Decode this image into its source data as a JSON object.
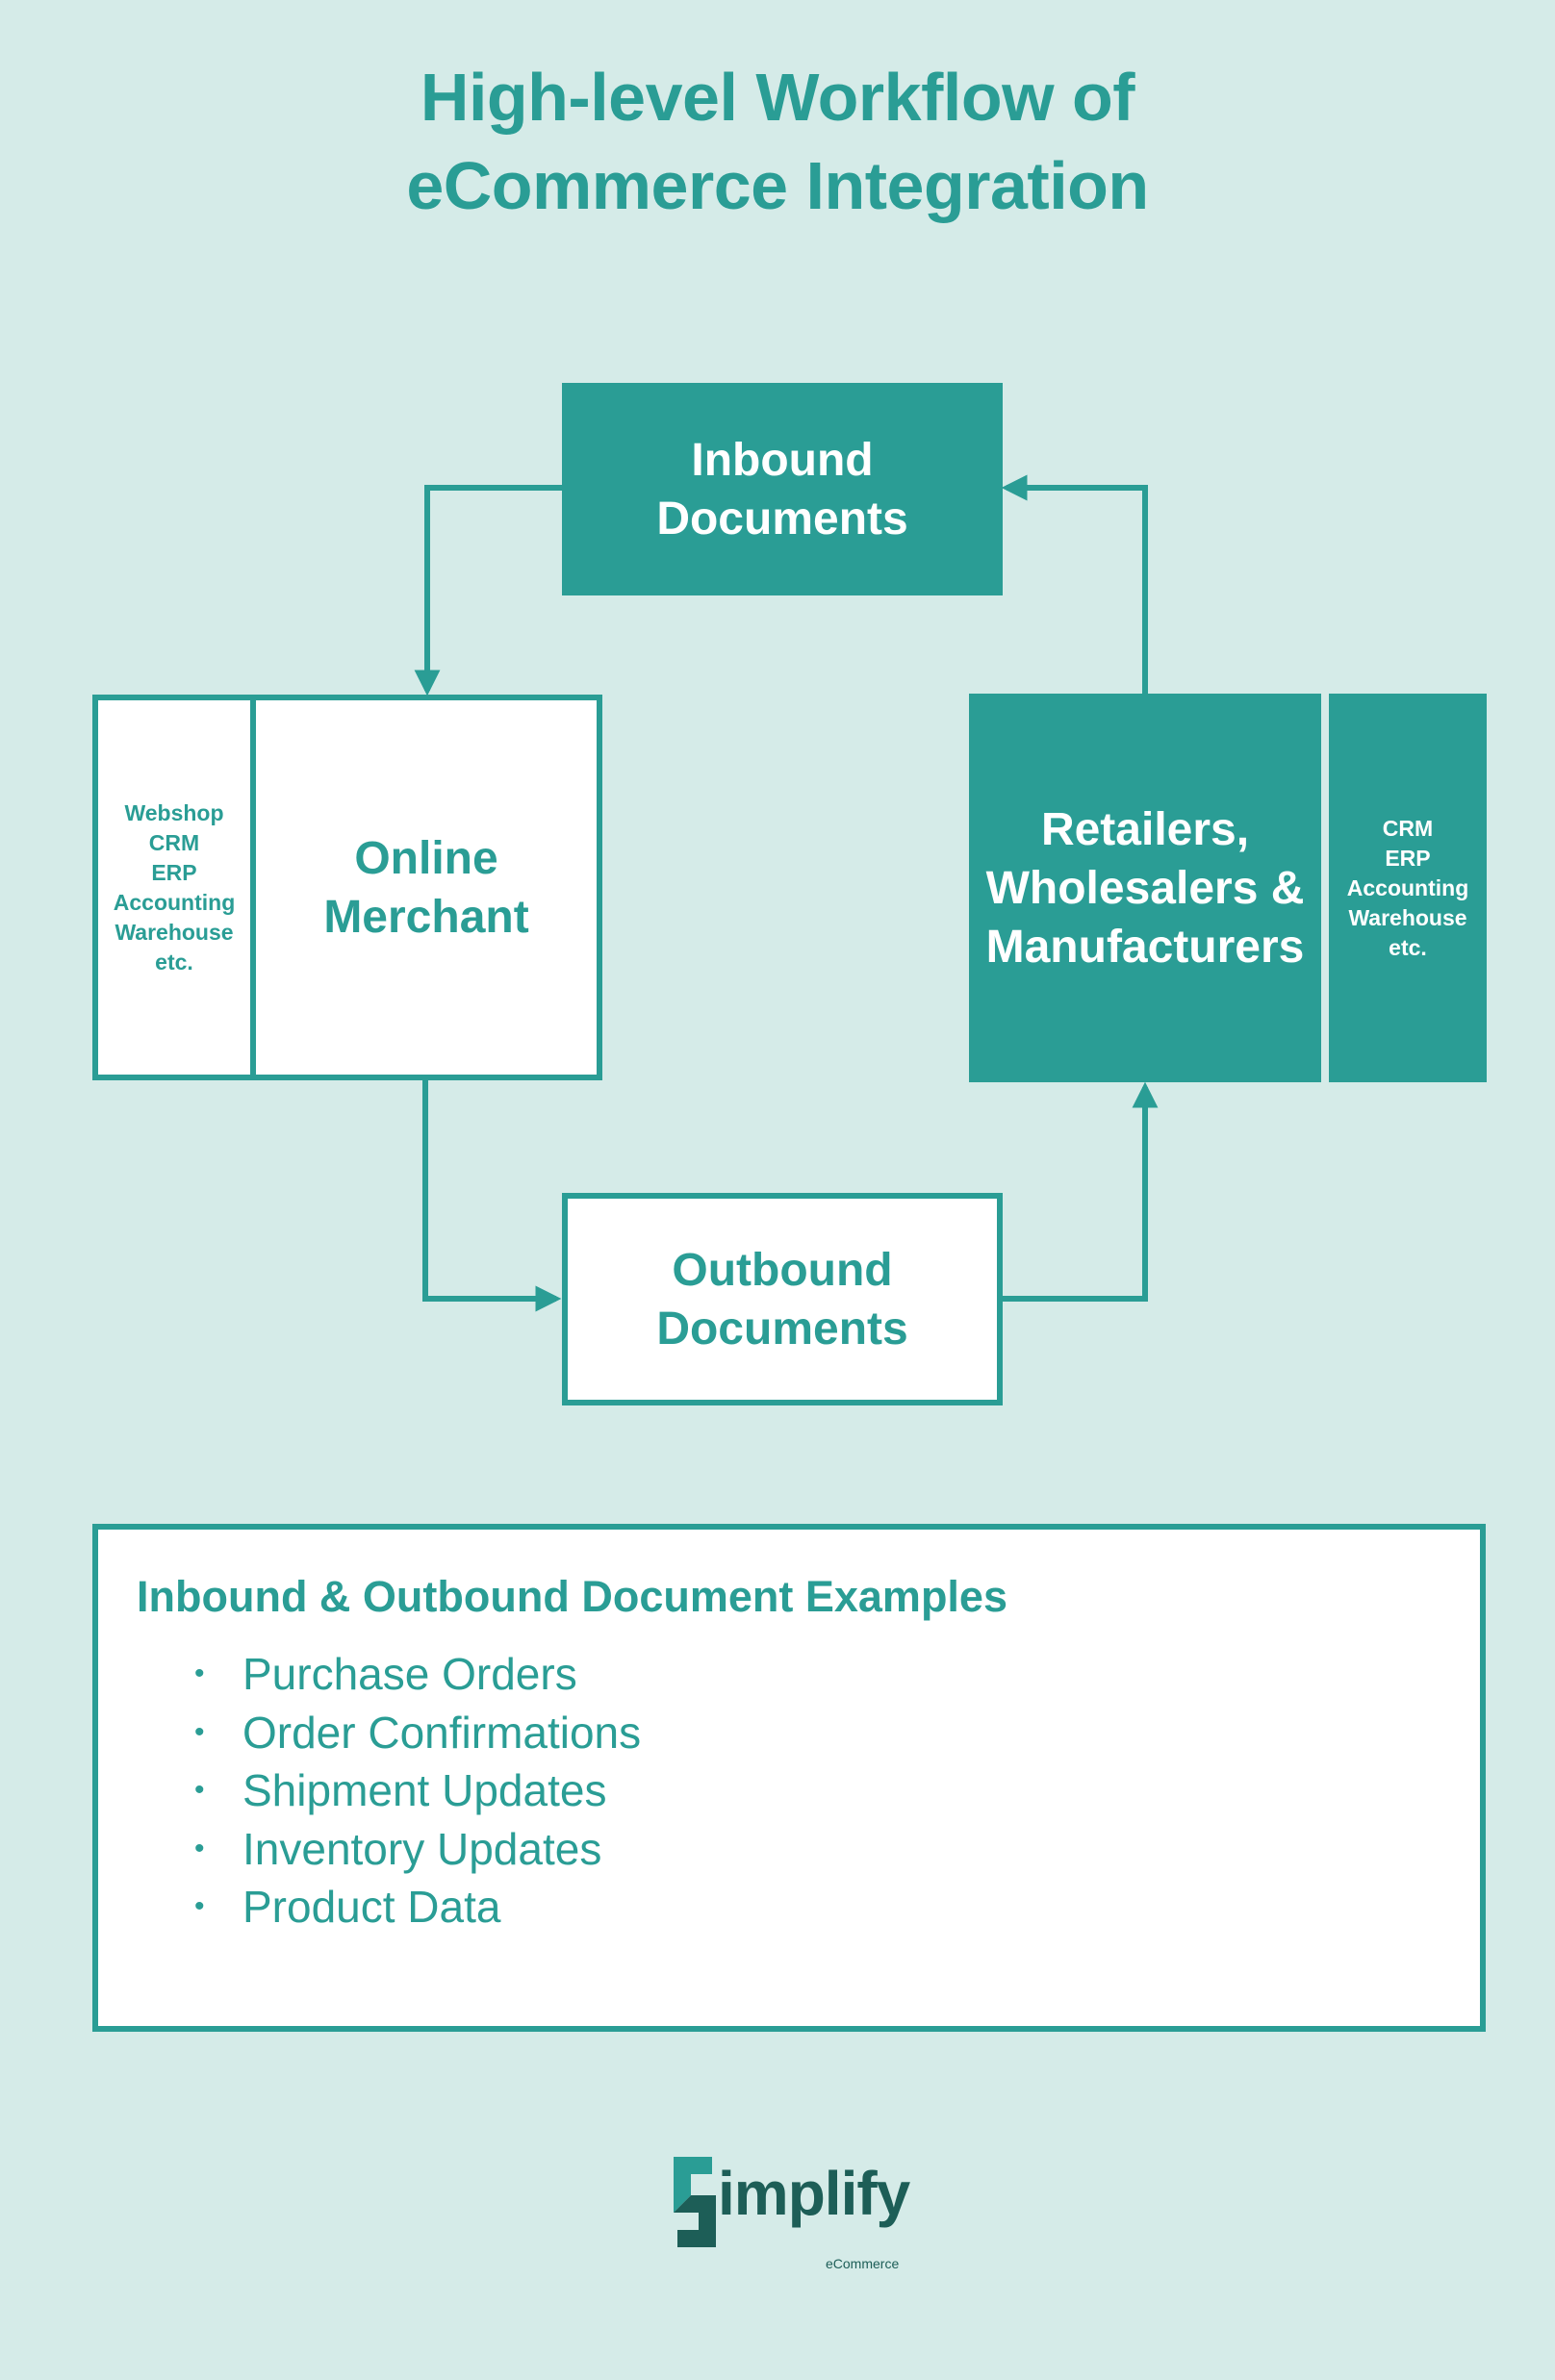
{
  "title": {
    "line1": "High-level Workflow of",
    "line2": "eCommerce Integration"
  },
  "nodes": {
    "inbound": {
      "line1": "Inbound",
      "line2": "Documents"
    },
    "outbound": {
      "line1": "Outbound",
      "line2": "Documents"
    },
    "merchant": {
      "line1": "Online",
      "line2": "Merchant"
    },
    "merchant_systems": [
      "Webshop",
      "CRM",
      "ERP",
      "Accounting",
      "Warehouse",
      "etc."
    ],
    "retailers": {
      "line1": "Retailers,",
      "line2": "Wholesalers &",
      "line3": "Manufacturers"
    },
    "retailer_systems": [
      "CRM",
      "ERP",
      "Accounting",
      "Warehouse",
      "etc."
    ]
  },
  "examples": {
    "heading": "Inbound & Outbound Document Examples",
    "items": [
      "Purchase Orders",
      "Order Confirmations",
      "Shipment Updates",
      "Inventory Updates",
      "Product Data"
    ]
  },
  "logo": {
    "word": "implify",
    "sub": "eCommerce"
  },
  "colors": {
    "accent": "#2a9d95",
    "background": "#d5ebe8",
    "logo_dark": "#1d5e57"
  }
}
